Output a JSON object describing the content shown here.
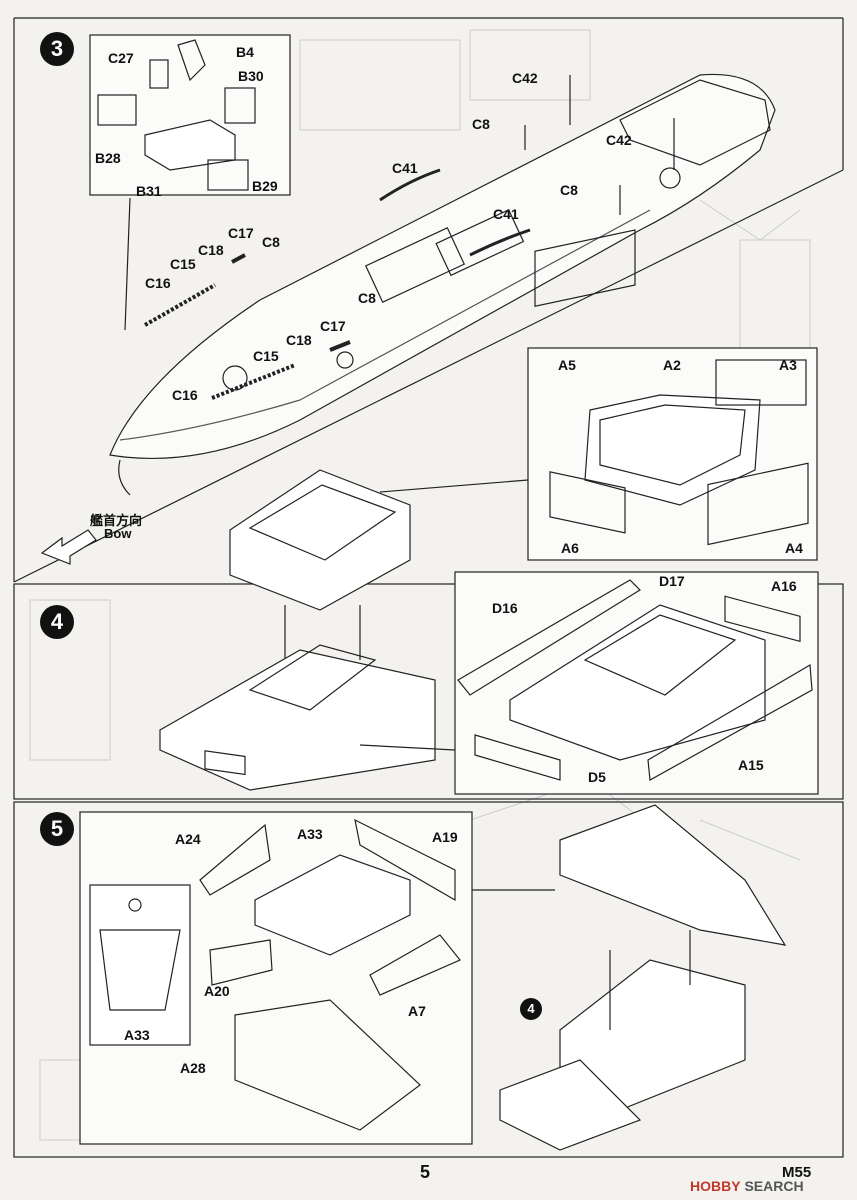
{
  "page_number": "5",
  "model_code": "M55",
  "watermark": {
    "brand": "HOBBY",
    "suffix": "SEARCH"
  },
  "bow_direction": {
    "japanese": "艦首方向",
    "english": "Bow"
  },
  "step3": {
    "number": "3",
    "inset_labels": {
      "c27": "C27",
      "b4": "B4",
      "b30": "B30",
      "b28": "B28",
      "b31": "B31",
      "b29": "B29"
    },
    "hull_labels": {
      "c42a": "C42",
      "c8a": "C8",
      "c42b": "C42",
      "c8b": "C8",
      "c41a": "C41",
      "c41b": "C41",
      "c17a": "C17",
      "c8c": "C8",
      "c18a": "C18",
      "c15a": "C15",
      "c16a": "C16",
      "c8d": "C8",
      "c17b": "C17",
      "c18b": "C18",
      "c15b": "C15",
      "c16b": "C16"
    },
    "box_labels": {
      "a5": "A5",
      "a2": "A2",
      "a3": "A3",
      "a6": "A6",
      "a4": "A4"
    }
  },
  "step4": {
    "number": "4",
    "labels": {
      "d17": "D17",
      "d16": "D16",
      "a16": "A16",
      "d5": "D5",
      "a15": "A15"
    }
  },
  "step5": {
    "number": "5",
    "labels": {
      "a24": "A24",
      "a33": "A33",
      "a19": "A19",
      "a20": "A20",
      "a7": "A7",
      "a28": "A28",
      "a33_inset": "A33"
    },
    "ref_step": "4"
  }
}
